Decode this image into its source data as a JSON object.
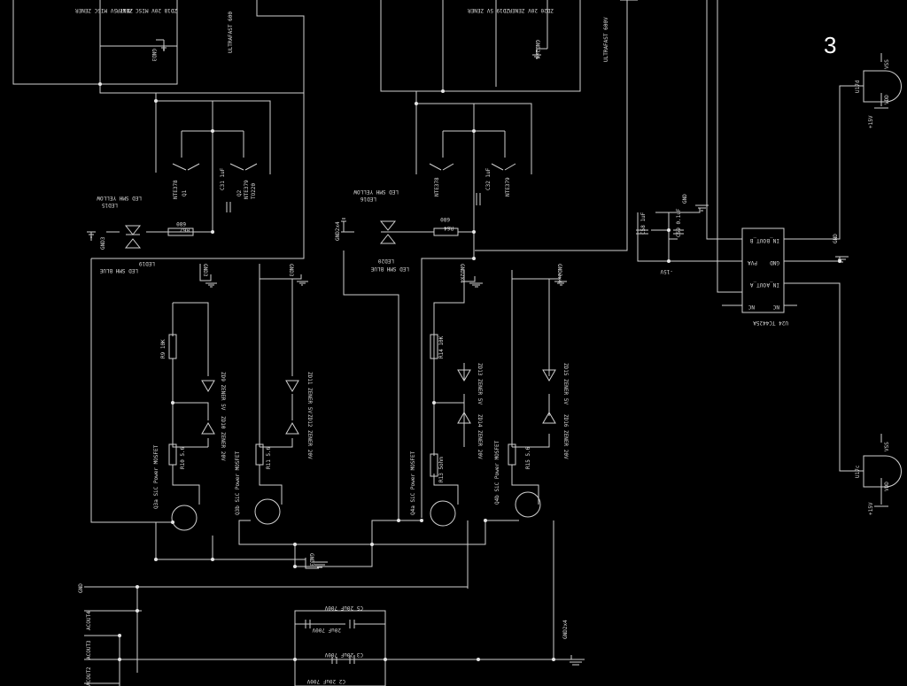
{
  "sheet": {
    "page_number": "3"
  },
  "labels": {
    "ultrafast_1": "ULTRAFAST 600",
    "ultrafast_2": "ULTRAFAST 600V",
    "gnd3": "GND3",
    "gnd2x4": "GND2x4",
    "gnd": "GND",
    "plus15": "+15V",
    "minus15": "-15V",
    "nte378_a": "NTE378",
    "nte378_b": "TO220",
    "nte379_a": "NTE379",
    "nte379_b": "TO220",
    "nte378_c": "NTE378",
    "nte379_c": "NTE379",
    "q1": "Q1",
    "q2": "Q2",
    "c31": "C31 1uF",
    "c32": "C32 1uF",
    "led15": "LED SMH YELLOW",
    "led15_ref": "LED15",
    "led16": "LED SMH YELLOW",
    "led16_ref": "LED16",
    "led19": "LED SMH BLUE",
    "led19_ref": "LED19",
    "led20": "LED SMH BLUE",
    "led20_ref": "LED20",
    "r62": "R62",
    "r62_val": "680",
    "r64": "R64",
    "r64_val": "680",
    "r9": "R9 10K",
    "r14": "R14 10K",
    "r10": "R10 5.6",
    "r11": "R11 5.6",
    "r13": "R13 5ohm",
    "r15": "R15 5.6",
    "zd9": "ZD9 ZENER 5V",
    "zd10": "ZD10 ZENER 20V",
    "zd11": "ZD11 ZENER 5V",
    "zd12": "ZD12 ZENER 20V",
    "zd13": "ZD13 ZENER 5V",
    "zd14": "ZD14 ZENER 20V",
    "zd15": "ZD15 ZENER 5V",
    "zd16": "ZD16 ZENER 20V",
    "zd17": "ZD17 5V MISC ZENER",
    "zd18": "ZD18 20V MISC ZENER",
    "zd19": "ZD19 5V ZENER",
    "zd20": "ZD20 20V ZENER",
    "q3a": "Q3a SiC Power MOSFET",
    "q3b": "Q3b SiC Power MOSFET",
    "q4a": "Q4a SiC Power MOSFET",
    "q4b": "Q4b SiC Power MOSFET",
    "c58": "C58 1uF",
    "c59": "C59 0.1uF",
    "u24": "U24 TC4425A",
    "u17": "U17d",
    "u17b": "U17c",
    "pin_inb": "IN_B",
    "pin_outb": "OUT_B",
    "pin_gnd": "GND",
    "pin_pva": "PVA",
    "pin_ina": "IN_A",
    "pin_outa": "OUT_A",
    "pin_nc1": "NC",
    "pin_nc2": "NC",
    "vss": "VSS",
    "vdd": "VDD",
    "c3": "C3 20uF 700V",
    "c2": "C2 20uF 700V",
    "c4": "20uF 700V",
    "c5": "C5 20uF 700V",
    "acout3": "ACOUT3",
    "acout4": "ACOUT4",
    "acout2": "ACOUT2"
  }
}
